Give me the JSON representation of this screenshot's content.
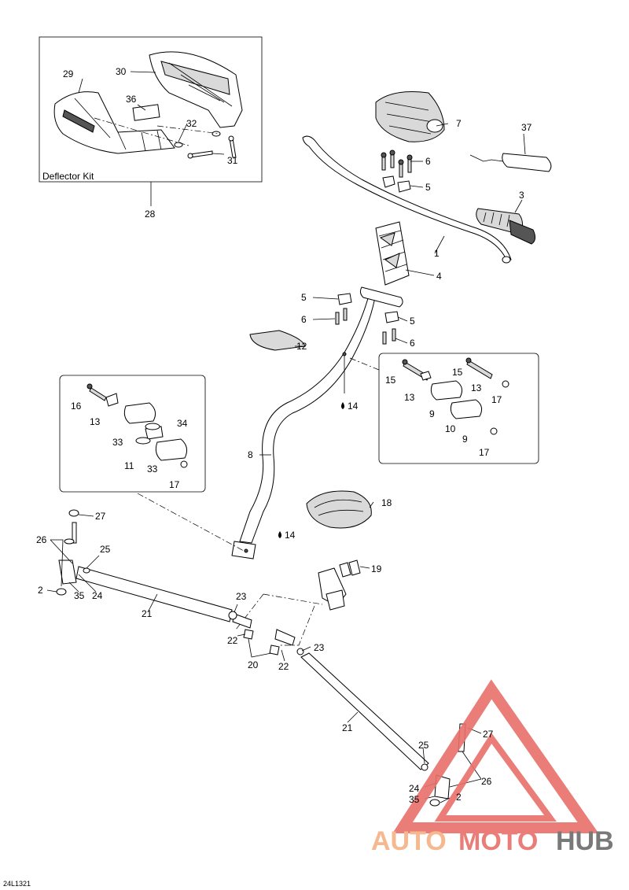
{
  "diagram": {
    "kit_label": "Deflector Kit",
    "drawing_code": "24L1321",
    "labels": [
      "1",
      "2",
      "3",
      "4",
      "5",
      "6",
      "7",
      "8",
      "9",
      "10",
      "11",
      "12",
      "13",
      "14",
      "15",
      "16",
      "17",
      "18",
      "19",
      "20",
      "21",
      "22",
      "23",
      "24",
      "25",
      "26",
      "27",
      "28",
      "29",
      "30",
      "31",
      "32",
      "33",
      "34",
      "35",
      "36",
      "37"
    ]
  },
  "watermark": {
    "part1": "AUTO",
    "part2": "MOTO",
    "part3": "HUB",
    "color_orange": "#f4b183",
    "color_red": "#e8706a",
    "color_gray": "#6b6b6b"
  }
}
